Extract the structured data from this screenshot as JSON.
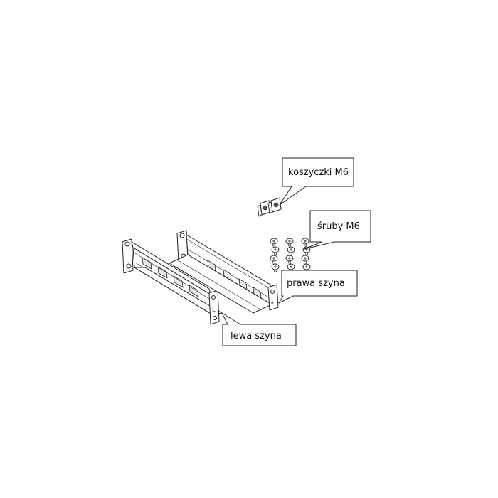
{
  "callouts": {
    "cage_nuts": {
      "label": "koszyczki M6",
      "icon": "cage-nut-icon"
    },
    "screws": {
      "label": "śruby M6",
      "icon": "screw-icon"
    },
    "right_rail": {
      "label": "prawa szyna",
      "icon": "rail-icon"
    },
    "left_rail": {
      "label": "lewa szyna",
      "icon": "rail-icon"
    }
  },
  "rail_marks": {
    "left": "L",
    "right": "R"
  },
  "colors": {
    "line": "#222222",
    "background": "#ffffff"
  }
}
